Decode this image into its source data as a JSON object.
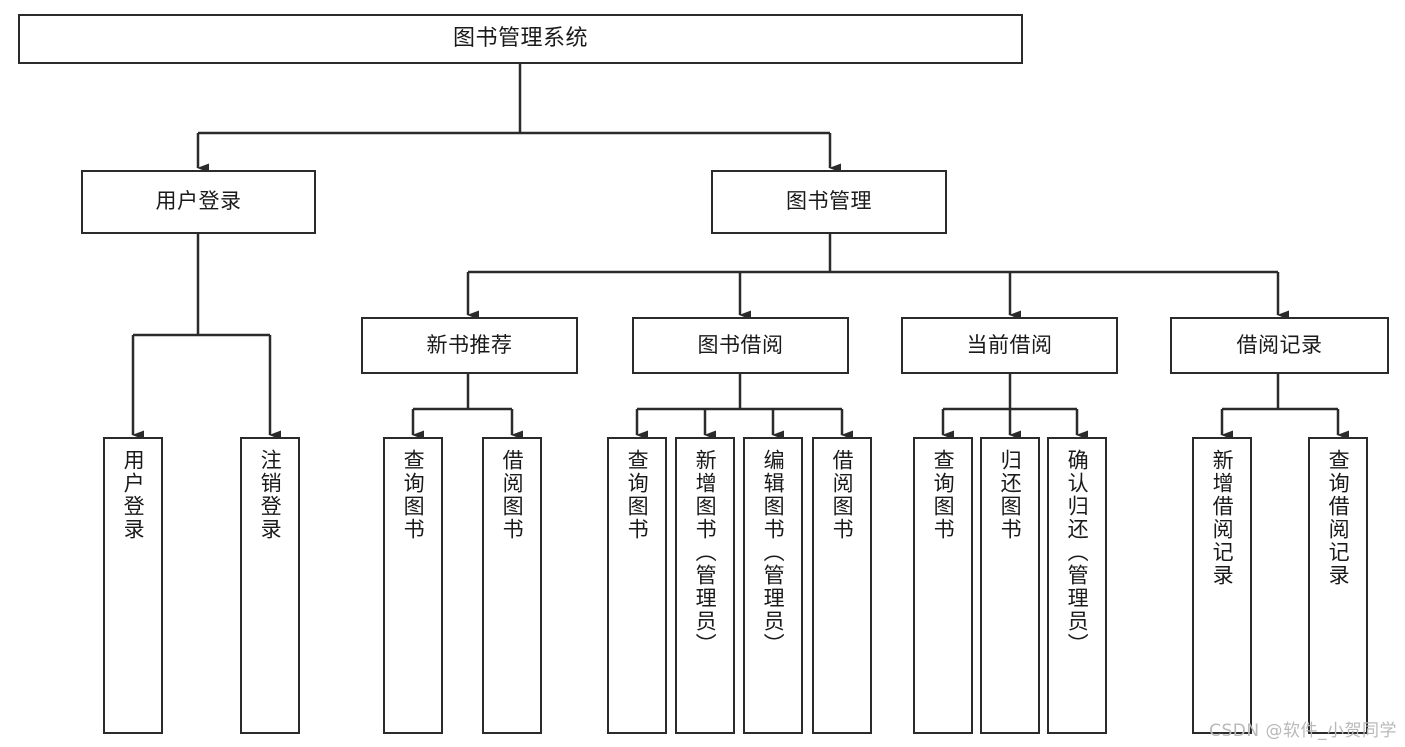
{
  "diagram": {
    "title": "图书管理系统",
    "watermark": "CSDN @软件_小贺同学",
    "type": "tree",
    "orientation": "top-down",
    "stroke_color": "#2b2b2b",
    "background_color": "#ffffff",
    "root": {
      "label": "图书管理系统",
      "level": 0
    },
    "level2": [
      {
        "label": "用户登录",
        "level": 1
      },
      {
        "label": "图书管理",
        "level": 1
      }
    ],
    "level3": [
      {
        "label": "新书推荐",
        "level": 2,
        "parent": "图书管理"
      },
      {
        "label": "图书借阅",
        "level": 2,
        "parent": "图书管理"
      },
      {
        "label": "当前借阅",
        "level": 2,
        "parent": "图书管理"
      },
      {
        "label": "借阅记录",
        "level": 2,
        "parent": "图书管理"
      }
    ],
    "leaves": [
      {
        "label": "用户登录",
        "parent": "用户登录",
        "group": 0
      },
      {
        "label": "注销登录",
        "parent": "用户登录",
        "group": 0
      },
      {
        "label": "查询图书",
        "parent": "新书推荐",
        "group": 1
      },
      {
        "label": "借阅图书",
        "parent": "新书推荐",
        "group": 1
      },
      {
        "label": "查询图书",
        "parent": "图书借阅",
        "group": 2
      },
      {
        "label": "新增图书（管理员）",
        "parent": "图书借阅",
        "group": 2
      },
      {
        "label": "编辑图书（管理员）",
        "parent": "图书借阅",
        "group": 2
      },
      {
        "label": "借阅图书",
        "parent": "图书借阅",
        "group": 2
      },
      {
        "label": "查询图书",
        "parent": "当前借阅",
        "group": 3
      },
      {
        "label": "归还图书",
        "parent": "当前借阅",
        "group": 3
      },
      {
        "label": "确认归还（管理员）",
        "parent": "当前借阅",
        "group": 3
      },
      {
        "label": "新增借阅记录",
        "parent": "借阅记录",
        "group": 4
      },
      {
        "label": "查询借阅记录",
        "parent": "借阅记录",
        "group": 4
      }
    ]
  }
}
